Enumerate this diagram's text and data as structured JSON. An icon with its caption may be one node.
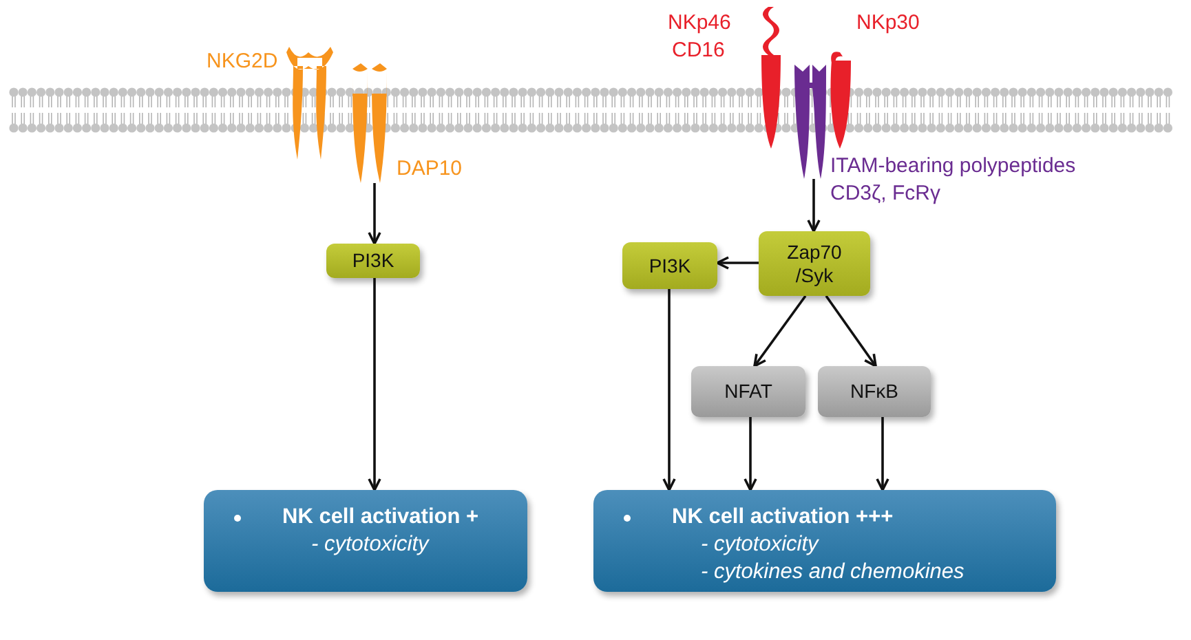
{
  "diagram": {
    "nodes": [
      {
        "text": [
          "NKG2D",
          "DAP10"
        ]
      },
      {
        "text": [
          "NKp46",
          "CD16",
          "NKp30",
          "ITAM-bearing polypeptides",
          "CD3ζ, FcRγ"
        ]
      },
      {
        "text": [
          "PI3K"
        ]
      },
      {
        "text": [
          "PI3K"
        ]
      },
      {
        "text": [
          "Zap70 /Syk"
        ]
      },
      {
        "text": [
          "NFAT"
        ]
      },
      {
        "text": [
          "NFκB"
        ]
      },
      {
        "text": [
          "NK cell activation +",
          "- cytotoxicity"
        ]
      },
      {
        "text": [
          "NK cell activation +++",
          "- cytotoxicity",
          "- cytokines and chemokines"
        ]
      }
    ],
    "edges": [
      {
        "from": 0,
        "to": 2,
        "arrow": "to"
      },
      {
        "from": 2,
        "to": 7,
        "arrow": "to"
      },
      {
        "from": 1,
        "to": 4,
        "arrow": "to"
      },
      {
        "from": 4,
        "to": 3,
        "arrow": "to"
      },
      {
        "from": 4,
        "to": 5,
        "arrow": "to"
      },
      {
        "from": 4,
        "to": 6,
        "arrow": "to"
      },
      {
        "from": 3,
        "to": 8,
        "arrow": "to"
      },
      {
        "from": 5,
        "to": 8,
        "arrow": "to"
      },
      {
        "from": 6,
        "to": 8,
        "arrow": "to"
      }
    ]
  }
}
